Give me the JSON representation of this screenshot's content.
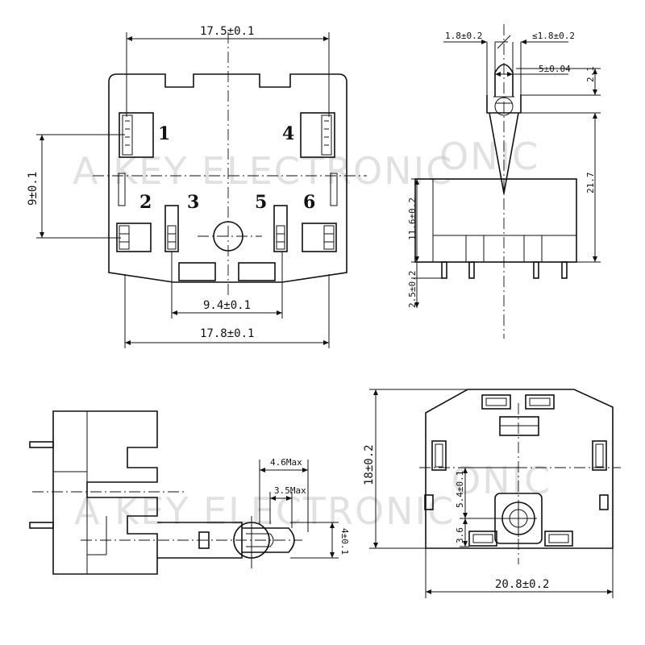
{
  "watermark": "A KEY ELECTRONIC",
  "front_view": {
    "pins": [
      "1",
      "2",
      "3",
      "4",
      "5",
      "6"
    ],
    "dims": {
      "top_width": "17.5±0.1",
      "bottom_width": "17.8±0.1",
      "inner_width": "9.4±0.1",
      "left_height": "9±0.1"
    }
  },
  "side_view": {
    "dims": {
      "tab_left": "1.8±0.2",
      "tab_right": "≤1.8±0.2",
      "slot": "5±0.04",
      "slot_height": "2.1",
      "total_height": "21.7",
      "body_height": "11.6±0.2",
      "pin_length": "2.5±0.2"
    }
  },
  "profile_view": {
    "dims": {
      "outer": "4.6Max",
      "inner": "3.5Max",
      "rod": "4±0.1"
    }
  },
  "bottom_view": {
    "dims": {
      "height": "18±0.2",
      "width": "20.8±0.2",
      "center_offset": "5.4±0.1",
      "lower_offset": "3.6"
    }
  }
}
